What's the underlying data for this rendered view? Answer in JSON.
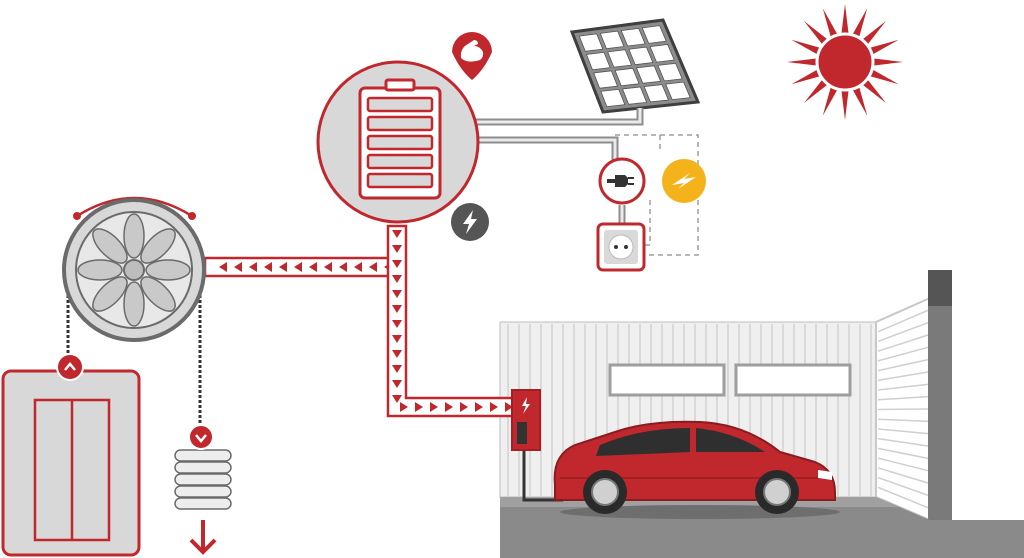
{
  "diagram": {
    "title": "",
    "components": {
      "battery": {
        "name": "battery-storage",
        "level_segments": 5,
        "badge_top": "strength-arm-icon",
        "badge_bottom": "lightning-icon"
      },
      "solar_panel": {
        "name": "solar-panel",
        "cells": 16
      },
      "sun": {
        "name": "sun"
      },
      "grid_plug": {
        "name": "power-plug",
        "icon": "plug-icon"
      },
      "grid_power": {
        "name": "grid-power",
        "icon": "lightning-icon"
      },
      "wall_socket": {
        "name": "wall-socket",
        "icon": "socket-icon"
      },
      "elevator_motor": {
        "name": "elevator-motor-sheave",
        "icon": "fan-icon"
      },
      "elevator_cabin": {
        "name": "elevator-cabin",
        "icon": "chevron-up-icon"
      },
      "counterweight": {
        "name": "counterweight",
        "icon": "chevron-down-icon"
      },
      "down_arrow": {
        "name": "down-arrow",
        "icon": "arrow-down-icon"
      },
      "charger": {
        "name": "ev-charger",
        "icon": "lightning-icon"
      },
      "car": {
        "name": "electric-car"
      },
      "garage": {
        "name": "garage"
      }
    },
    "flows": [
      {
        "from": "battery-storage",
        "to": "elevator-motor-sheave",
        "direction": "left"
      },
      {
        "from": "battery-storage",
        "to": "ev-charger",
        "direction": "down-right"
      }
    ],
    "colors": {
      "accent": "#c0282d",
      "dark_red": "#a31f24",
      "gray_fill": "#d8d8d8",
      "gray_stroke": "#6b6b6b",
      "panel_dark": "#666666",
      "yellow": "#f5b31b",
      "ground": "#8a8a8a",
      "wall": "#e6e6e6"
    }
  }
}
